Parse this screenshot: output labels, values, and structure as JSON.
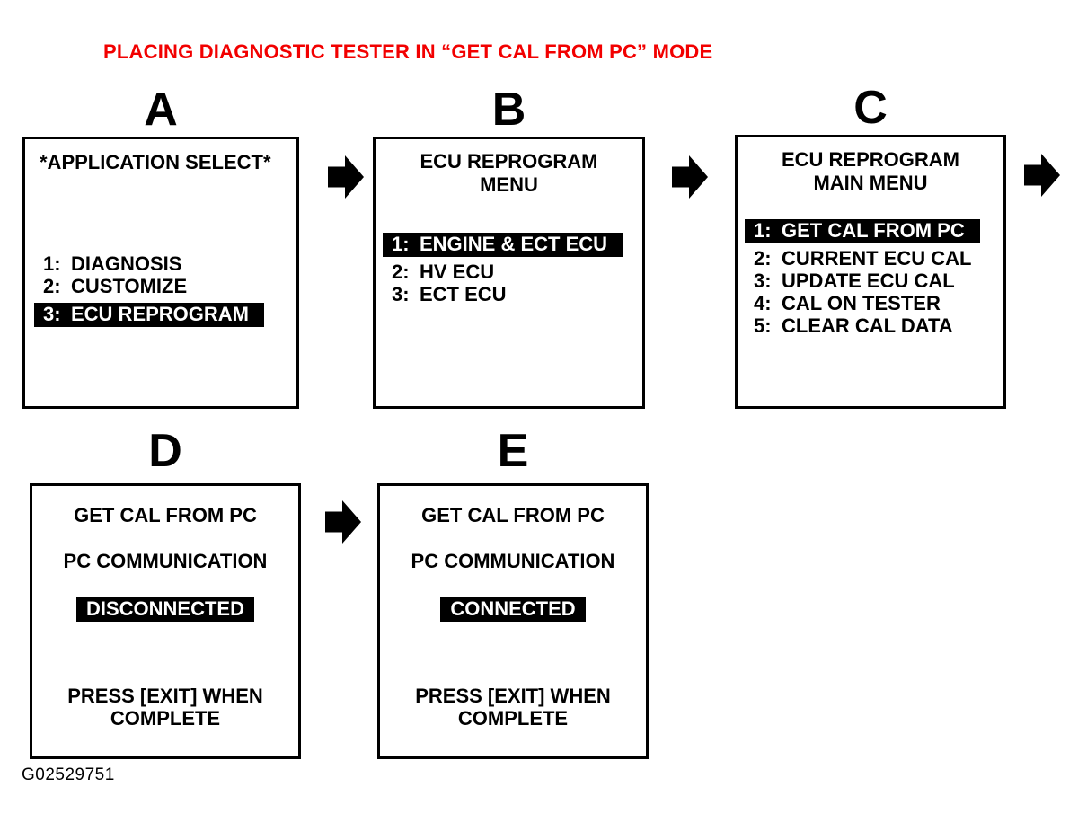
{
  "title": {
    "text": "PLACING DIAGNOSTIC TESTER IN “GET CAL FROM PC” MODE",
    "color": "#F20000"
  },
  "figure_id": "G02529751",
  "colors": {
    "highlight_bg": "#000000",
    "highlight_text": "#FFFFFF",
    "screen_border": "#000000"
  },
  "panels": {
    "a": {
      "label": "A",
      "heading_lines": [
        "*APPLICATION SELECT*"
      ],
      "items": [
        {
          "num": "1:",
          "label": "DIAGNOSIS",
          "highlighted": false
        },
        {
          "num": "2:",
          "label": "CUSTOMIZE",
          "highlighted": false
        },
        {
          "num": "3:",
          "label": "ECU REPROGRAM",
          "highlighted": true
        }
      ]
    },
    "b": {
      "label": "B",
      "heading_lines": [
        "ECU REPROGRAM",
        "MENU"
      ],
      "items": [
        {
          "num": "1:",
          "label": "ENGINE & ECT ECU",
          "highlighted": true
        },
        {
          "num": "2:",
          "label": "HV ECU",
          "highlighted": false
        },
        {
          "num": "3:",
          "label": "ECT ECU",
          "highlighted": false
        }
      ]
    },
    "c": {
      "label": "C",
      "heading_lines": [
        "ECU REPROGRAM",
        "MAIN MENU"
      ],
      "items": [
        {
          "num": "1:",
          "label": "GET CAL FROM PC",
          "highlighted": true
        },
        {
          "num": "2:",
          "label": "CURRENT ECU CAL",
          "highlighted": false
        },
        {
          "num": "3:",
          "label": "UPDATE ECU CAL",
          "highlighted": false
        },
        {
          "num": "4:",
          "label": "CAL ON TESTER",
          "highlighted": false
        },
        {
          "num": "5:",
          "label": "CLEAR CAL DATA",
          "highlighted": false
        }
      ]
    },
    "d": {
      "label": "D",
      "lines": [
        "GET CAL FROM PC",
        "PC COMMUNICATION"
      ],
      "status": "DISCONNECTED",
      "footer_lines": [
        "PRESS [EXIT] WHEN",
        "COMPLETE"
      ]
    },
    "e": {
      "label": "E",
      "lines": [
        "GET CAL FROM PC",
        "PC COMMUNICATION"
      ],
      "status": "CONNECTED",
      "footer_lines": [
        "PRESS [EXIT] WHEN",
        "COMPLETE"
      ]
    }
  }
}
